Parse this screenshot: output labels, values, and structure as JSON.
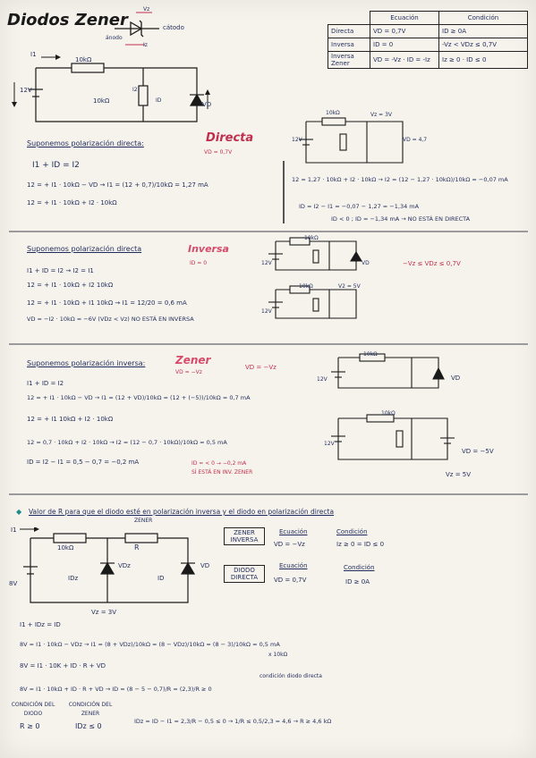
{
  "header": {
    "title": "Diodos Zener",
    "legend_vz": "Vz",
    "legend_catodo": "cátodo",
    "legend_anodo": "ánodo",
    "legend_iz": "Iz"
  },
  "table": {
    "headers": [
      "",
      "Ecuación",
      "Condición"
    ],
    "rows": [
      [
        "Directa",
        "VD = 0,7V",
        "ID ≥ 0A"
      ],
      [
        "Inversa",
        "ID = 0",
        "-Vz < VDz ≤ 0,7V"
      ],
      [
        "Inversa Zener",
        "VD = -Vz · ID = -Iz",
        "Iz ≥ 0 · ID ≤ 0"
      ]
    ]
  },
  "circuit1": {
    "i1": "I1",
    "r": "10kΩ",
    "r2": "10kΩ",
    "v": "12V",
    "i2": "I2",
    "id": "ID",
    "vd": "VD"
  },
  "section1": {
    "heading": "Suponemos polarización directa:",
    "mode": "Directa",
    "mode_sub": "VD = 0,7V",
    "eq1": "I1 + ID = I2",
    "eq2": "12 = + I1 · 10kΩ − VD → I1 = (12 + 0,7)/10kΩ = 1,27 mA",
    "eq3": "12 = + I1 · 10kΩ + I2 · 10kΩ",
    "right1": "12 = 1,27 · 10kΩ + I2 · 10kΩ → I2 = (12 − 1,27 · 10kΩ)/10kΩ = −0,07 mA",
    "right2": "ID = I2 − I1 = −0,07 − 1,27 = −1,34 mA",
    "right3": "ID < 0 ; ID = −1,34 mA → NO ESTÁ EN DIRECTA",
    "c_v": "12V",
    "c_r": "10kΩ",
    "c_vz": "Vz = 3V",
    "c_vd": "VD = 4,7"
  },
  "section2": {
    "heading": "Suponemos polarización directa",
    "mode": "Inversa",
    "mode_sub": "ID = 0",
    "cond": "−Vz ≤ VDz ≤ 0,7V",
    "eq1": "I1 + ID = I2 → I2 = I1",
    "eq2": "12 = + I1 · 10kΩ + I2 10kΩ",
    "eq3": "12 = + I1 · 10kΩ + I1 10kΩ → I1 = 12/20 = 0,6 mA",
    "eq4": "VD = −I2 · 10kΩ = −6V (VDz < Vz) NO ESTÁ EN INVERSA",
    "c_v": "12V",
    "c_r": "10kΩ",
    "c_vd": "VD",
    "c2_v": "12V",
    "c2_r": "10kΩ",
    "c2_vz": "V2 = 5V"
  },
  "section3": {
    "heading": "Suponemos polarización inversa:",
    "mode": "Zener",
    "mode_sub": "VD = −Vz",
    "mode_note": "VD = −Vz",
    "eq1": "I1 + ID = I2",
    "eq2": "12 = + I1 · 10kΩ − VD → I1 = (12 + VD)/10kΩ = (12 + (−5))/10kΩ = 0,7 mA",
    "eq3": "12 = + I1 10kΩ + I2 · 10kΩ",
    "eq4": "12 = 0,7 · 10kΩ + I2 · 10kΩ → I2 = (12 − 0,7 · 10kΩ)/10kΩ = 0,5 mA",
    "eq5": "ID = I2 − I1 = 0,5 − 0,7 = −0,2 mA",
    "note1": "ID = < 0 → −0,2 mA",
    "note2": "SÍ ESTÁ EN INV. ZENER",
    "c_v": "12V",
    "c_r": "10kΩ",
    "c_vd": "VD",
    "c2_v": "12V",
    "c2_r": "10kΩ",
    "c2_vd": "VD = −5V",
    "c2_vz": "Vz = 5V"
  },
  "section4": {
    "heading": "Valor de R para que el diodo esté en polarización inversa y el diodo en polarización directa",
    "heading_sub": "ZENER",
    "c_i1": "I1",
    "c_r1": "10kΩ",
    "c_r": "R",
    "c_v": "8V",
    "c_idz": "IDz",
    "c_vdz": "VDz",
    "c_id": "ID",
    "c_vd": "VD",
    "c_vz": "Vz = 3V",
    "box1": "ZENER INVERSA",
    "box1_eq_h": "Ecuación",
    "box1_eq": "VD = −Vz",
    "box1_cond_h": "Condición",
    "box1_cond": "Iz ≥ 0 = ID ≤ 0",
    "box2": "DIODO DIRECTA",
    "box2_eq_h": "Ecuación",
    "box2_eq": "VD = 0,7V",
    "box2_cond_h": "Condición",
    "box2_cond": "ID ≥ 0A",
    "eq1": "I1 + IDz = ID",
    "eq2": "8V = I1 · 10kΩ − VDz → I1 = (8 + VDz)/10kΩ = (8 − VDz)/10kΩ = (8 − 3)/10kΩ = 0,5 mA",
    "eq2b": "x 10kΩ",
    "eq3": "8V = I1 · 10K + ID · R + VD",
    "eq4": "8V = I1 · 10kΩ + ID · R + VD → ID = (8 − 5 − 0,7)/R = (2,3)/R ≥ 0",
    "eq4_note": "condición diodo directa",
    "cond_a_h": "CONDICIÓN DEL DIODO",
    "cond_a": "R ≥ 0",
    "cond_b_h": "CONDICIÓN DEL ZENER",
    "cond_b": "IDz ≤ 0",
    "final": "IDz = ID − I1 = 2,3/R − 0,5 ≤ 0 → 1/R ≤ 0,5/2,3 = 4,6 → R ≥ 4,6 kΩ"
  }
}
